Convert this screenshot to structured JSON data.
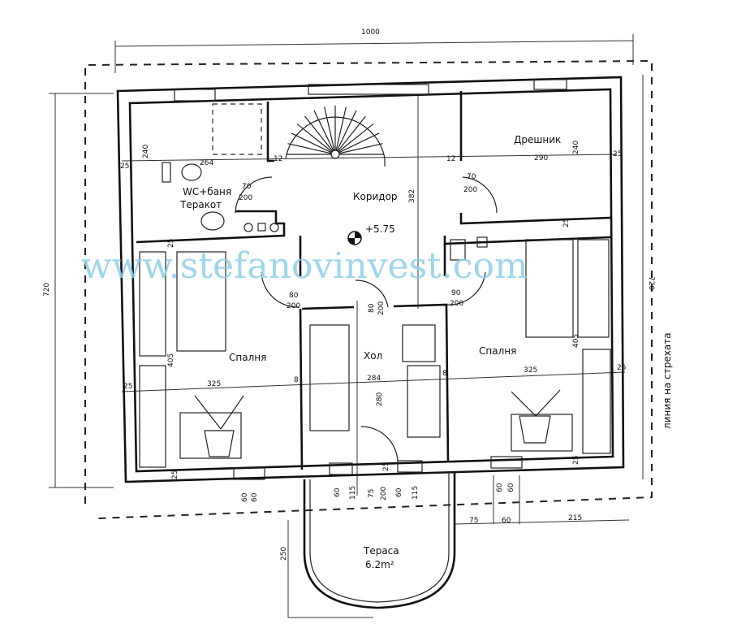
{
  "rooms": {
    "wc": "WC+баня",
    "wc_floor": "Теракот",
    "corridor": "Коридор",
    "level": "+5.75",
    "closet": "Дрешник",
    "bedroom_left": "Спалня",
    "hall": "Хол",
    "bedroom_right": "Спалня",
    "terrace": "Тераса",
    "terrace_area": "6.2m²"
  },
  "eave_line_label": "линия на стрехата",
  "watermark": "www.stefanovinvest.com",
  "dimensions": [
    "1000",
    "720",
    "720",
    "240",
    "25",
    "264",
    "12",
    "70",
    "200",
    "382",
    "12",
    "290",
    "240",
    "25",
    "25",
    "80",
    "200",
    "90",
    "200",
    "80",
    "200",
    "405",
    "325",
    "8",
    "284",
    "8",
    "325",
    "405",
    "25",
    "25",
    "280",
    "25",
    "25",
    "60",
    "60",
    "60",
    "115",
    "75",
    "200",
    "60",
    "115",
    "25",
    "60",
    "60",
    "75",
    "60",
    "215",
    "250",
    "70",
    "200",
    "25"
  ]
}
